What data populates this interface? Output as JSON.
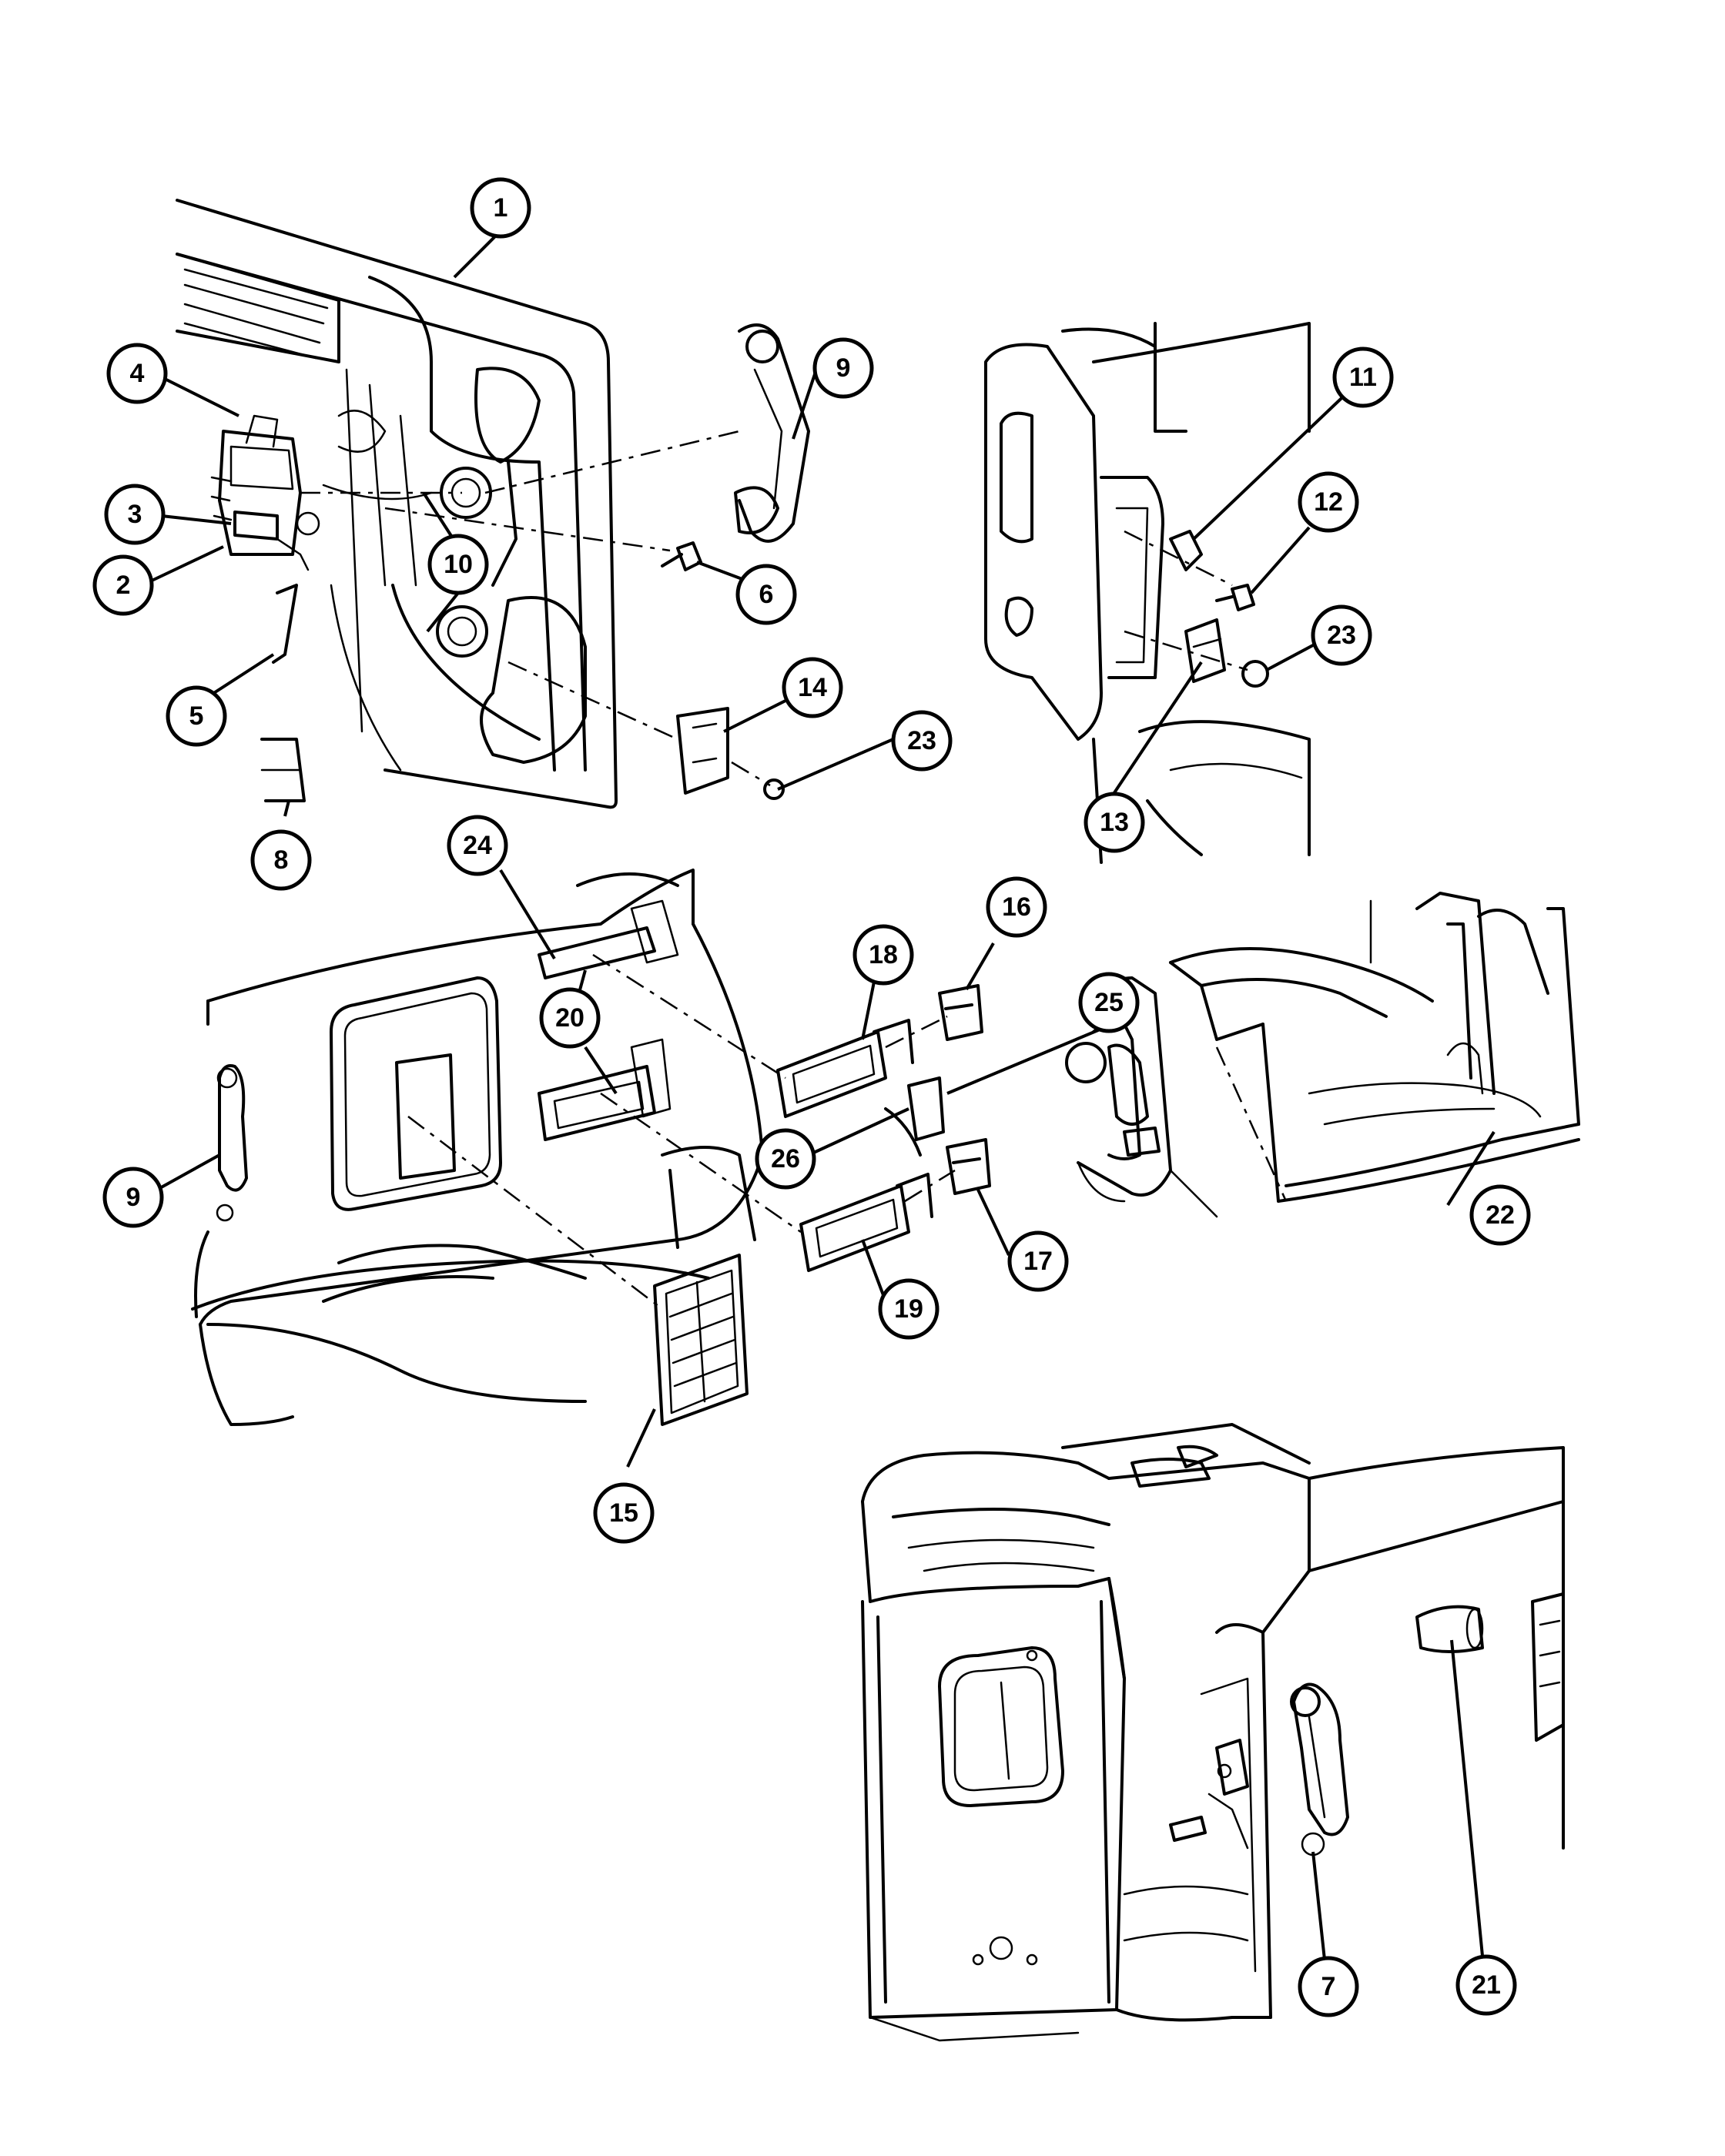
{
  "callouts": [
    {
      "id": "c1",
      "label": "1"
    },
    {
      "id": "c2",
      "label": "2"
    },
    {
      "id": "c3",
      "label": "3"
    },
    {
      "id": "c4",
      "label": "4"
    },
    {
      "id": "c5",
      "label": "5"
    },
    {
      "id": "c6",
      "label": "6"
    },
    {
      "id": "c7",
      "label": "7"
    },
    {
      "id": "c8",
      "label": "8"
    },
    {
      "id": "c9a",
      "label": "9"
    },
    {
      "id": "c9b",
      "label": "9"
    },
    {
      "id": "c10",
      "label": "10"
    },
    {
      "id": "c11",
      "label": "11"
    },
    {
      "id": "c12",
      "label": "12"
    },
    {
      "id": "c13",
      "label": "13"
    },
    {
      "id": "c14",
      "label": "14"
    },
    {
      "id": "c15",
      "label": "15"
    },
    {
      "id": "c16",
      "label": "16"
    },
    {
      "id": "c17",
      "label": "17"
    },
    {
      "id": "c18",
      "label": "18"
    },
    {
      "id": "c19",
      "label": "19"
    },
    {
      "id": "c20",
      "label": "20"
    },
    {
      "id": "c21",
      "label": "21"
    },
    {
      "id": "c22",
      "label": "22"
    },
    {
      "id": "c23a",
      "label": "23"
    },
    {
      "id": "c23b",
      "label": "23"
    },
    {
      "id": "c24",
      "label": "24"
    },
    {
      "id": "c25",
      "label": "25"
    },
    {
      "id": "c26",
      "label": "26"
    }
  ]
}
